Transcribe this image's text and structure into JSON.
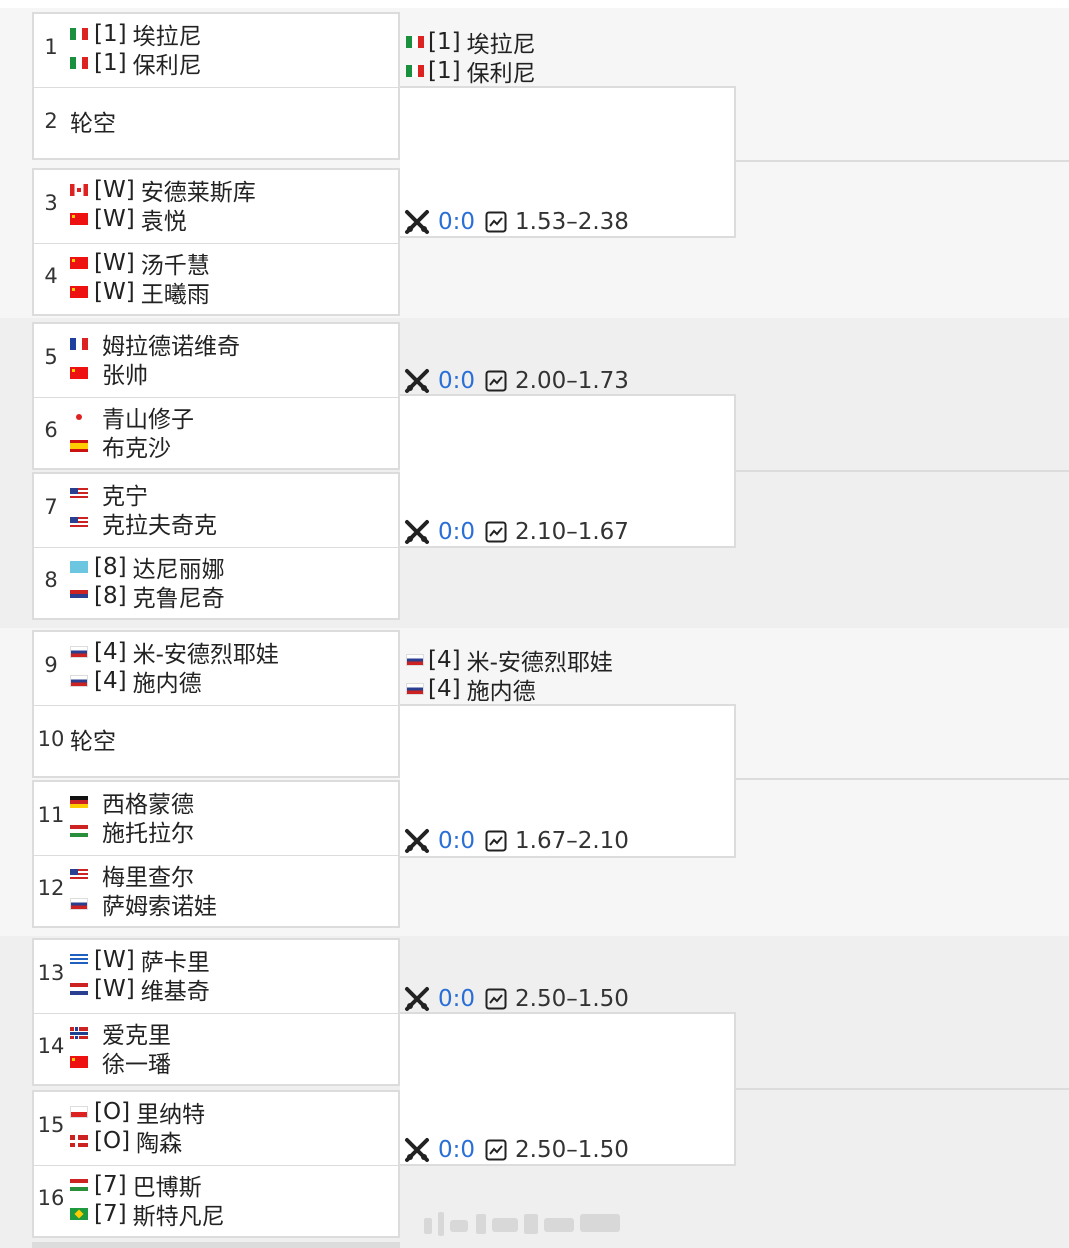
{
  "first_round": [
    {
      "no": "1",
      "lines": [
        {
          "flag": "it",
          "seed": "[1]",
          "name": "埃拉尼"
        },
        {
          "flag": "it",
          "seed": "[1]",
          "name": "保利尼"
        }
      ]
    },
    {
      "no": "2",
      "lines": [
        {
          "flag": "",
          "seed": "",
          "name": "轮空"
        }
      ]
    },
    {
      "no": "3",
      "lines": [
        {
          "flag": "ca",
          "seed": "[W]",
          "name": "安德莱斯库"
        },
        {
          "flag": "cn",
          "seed": "[W]",
          "name": "袁悦"
        }
      ]
    },
    {
      "no": "4",
      "lines": [
        {
          "flag": "cn",
          "seed": "[W]",
          "name": "汤千慧"
        },
        {
          "flag": "cn",
          "seed": "[W]",
          "name": "王曦雨"
        }
      ]
    },
    {
      "no": "5",
      "lines": [
        {
          "flag": "fr",
          "seed": "",
          "name": "姆拉德诺维奇"
        },
        {
          "flag": "cn",
          "seed": "",
          "name": "张帅"
        }
      ]
    },
    {
      "no": "6",
      "lines": [
        {
          "flag": "jp",
          "seed": "",
          "name": "青山修子"
        },
        {
          "flag": "es",
          "seed": "",
          "name": "布克沙"
        }
      ]
    },
    {
      "no": "7",
      "lines": [
        {
          "flag": "us",
          "seed": "",
          "name": "克宁"
        },
        {
          "flag": "us",
          "seed": "",
          "name": "克拉夫奇克"
        }
      ]
    },
    {
      "no": "8",
      "lines": [
        {
          "flag": "kz",
          "seed": "[8]",
          "name": "达尼丽娜"
        },
        {
          "flag": "rs",
          "seed": "[8]",
          "name": "克鲁尼奇"
        }
      ]
    },
    {
      "no": "9",
      "lines": [
        {
          "flag": "ru",
          "seed": "[4]",
          "name": "米-安德烈耶娃"
        },
        {
          "flag": "ru",
          "seed": "[4]",
          "name": "施内德"
        }
      ]
    },
    {
      "no": "10",
      "lines": [
        {
          "flag": "",
          "seed": "",
          "name": "轮空"
        }
      ]
    },
    {
      "no": "11",
      "lines": [
        {
          "flag": "de",
          "seed": "",
          "name": "西格蒙德"
        },
        {
          "flag": "hu",
          "seed": "",
          "name": "施托拉尔"
        }
      ]
    },
    {
      "no": "12",
      "lines": [
        {
          "flag": "us",
          "seed": "",
          "name": "梅里查尔"
        },
        {
          "flag": "ru",
          "seed": "",
          "name": "萨姆索诺娃"
        }
      ]
    },
    {
      "no": "13",
      "lines": [
        {
          "flag": "gr",
          "seed": "[W]",
          "name": "萨卡里"
        },
        {
          "flag": "hr",
          "seed": "[W]",
          "name": "维基奇"
        }
      ]
    },
    {
      "no": "14",
      "lines": [
        {
          "flag": "no",
          "seed": "",
          "name": "爱克里"
        },
        {
          "flag": "cn",
          "seed": "",
          "name": "徐一璠"
        }
      ]
    },
    {
      "no": "15",
      "lines": [
        {
          "flag": "pl",
          "seed": "[O]",
          "name": "里纳特"
        },
        {
          "flag": "dk",
          "seed": "[O]",
          "name": "陶森"
        }
      ]
    },
    {
      "no": "16",
      "lines": [
        {
          "flag": "hu",
          "seed": "[7]",
          "name": "巴博斯"
        },
        {
          "flag": "br",
          "seed": "[7]",
          "name": "斯特凡尼"
        }
      ]
    }
  ],
  "second_round_winners": [
    {
      "lines": [
        {
          "flag": "it",
          "seed": "[1]",
          "name": "埃拉尼"
        },
        {
          "flag": "it",
          "seed": "[1]",
          "name": "保利尼"
        }
      ]
    },
    {
      "lines": [
        {
          "flag": "ru",
          "seed": "[4]",
          "name": "米-安德烈耶娃"
        },
        {
          "flag": "ru",
          "seed": "[4]",
          "name": "施内德"
        }
      ]
    }
  ],
  "odds_rows": [
    {
      "score": "0:0",
      "odds": "1.53–2.38"
    },
    {
      "score": "0:0",
      "odds": "2.00–1.73"
    },
    {
      "score": "0:0",
      "odds": "2.10–1.67"
    },
    {
      "score": "0:0",
      "odds": "1.67–2.10"
    },
    {
      "score": "0:0",
      "odds": "2.50–1.50"
    },
    {
      "score": "0:0",
      "odds": "2.50–1.50"
    }
  ],
  "colors": {
    "border": "#dcdcdc",
    "score_blue": "#2a6fd6",
    "band_gray": "#f3f3f3"
  },
  "icons": {
    "vs": "crossed-rackets-icon",
    "odds": "chart-icon"
  }
}
